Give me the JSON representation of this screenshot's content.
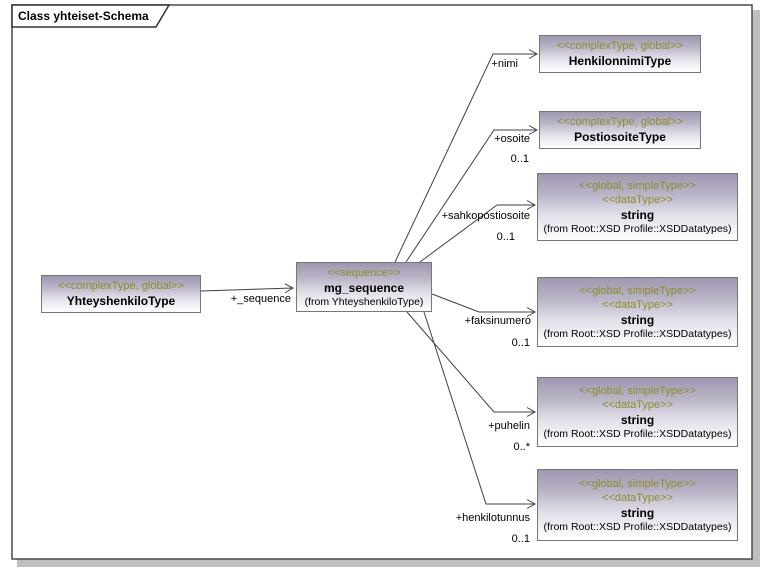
{
  "frame": {
    "title": "Class yhteiset-Schema"
  },
  "colors": {
    "node_gradient_top": "#9f97b0",
    "node_gradient_bottom": "#ffffff",
    "node_border": "#767676",
    "stereotype_text": "#8c8c2a",
    "connector": "#404040",
    "frame_border": "#4a4a4a",
    "frame_shadow": "#bfbfbf"
  },
  "nodes": {
    "yhteyshenkilo": {
      "stereotype": "<<complexType, global>>",
      "name": "YhteyshenkiloType"
    },
    "mg_sequence": {
      "stereotype": "<<sequence>>",
      "name": "mg_sequence",
      "from": "(from YhteyshenkiloType)"
    },
    "henkilonnimi": {
      "stereotype": "<<complexType, global>>",
      "name": "HenkilonnimiType"
    },
    "postiosoite": {
      "stereotype": "<<complexType, global>>",
      "name": "PostiosoiteType"
    },
    "string_sahkopostiosoite": {
      "stereotype1": "<<global, simpleType>>",
      "stereotype2": "<<dataType>>",
      "name": "string",
      "from": "(from Root::XSD Profile::XSDDatatypes)"
    },
    "string_faksinumero": {
      "stereotype1": "<<global, simpleType>>",
      "stereotype2": "<<dataType>>",
      "name": "string",
      "from": "(from Root::XSD Profile::XSDDatatypes)"
    },
    "string_puhelin": {
      "stereotype1": "<<global, simpleType>>",
      "stereotype2": "<<dataType>>",
      "name": "string",
      "from": "(from Root::XSD Profile::XSDDatatypes)"
    },
    "string_henkilotunnus": {
      "stereotype1": "<<global, simpleType>>",
      "stereotype2": "<<dataType>>",
      "name": "string",
      "from": "(from Root::XSD Profile::XSDDatatypes)"
    }
  },
  "edges": {
    "sequence": {
      "label": "+_sequence",
      "multiplicity": ""
    },
    "nimi": {
      "label": "+nimi",
      "multiplicity": ""
    },
    "osoite": {
      "label": "+osoite",
      "multiplicity": "0..1"
    },
    "sahkopostiosoite": {
      "label": "+sahkopostiosoite",
      "multiplicity": "0..1"
    },
    "faksinumero": {
      "label": "+faksinumero",
      "multiplicity": "0..1"
    },
    "puhelin": {
      "label": "+puhelin",
      "multiplicity": "0..*"
    },
    "henkilotunnus": {
      "label": "+henkilotunnus",
      "multiplicity": "0..1"
    }
  }
}
